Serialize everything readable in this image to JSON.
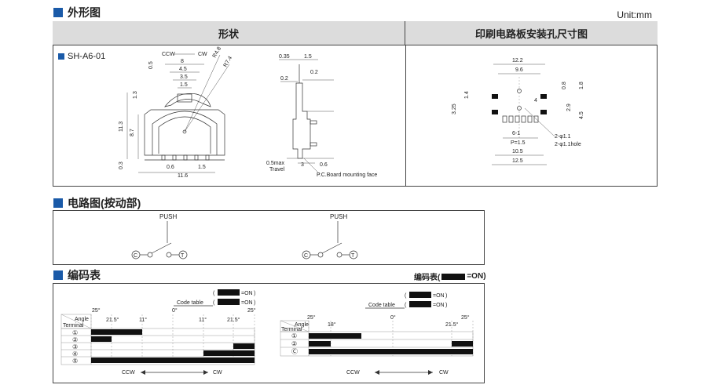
{
  "outline": {
    "title": "外形图",
    "unit": "Unit:mm",
    "shape_header": "形状",
    "pcb_header": "印刷电路板安装孔尺寸图",
    "model": "SH-A6-01"
  },
  "front_dims": [
    "CCW",
    "CW",
    "8",
    "4.5",
    "3.5",
    "1.5",
    "0.5",
    "R4.8",
    "R7.4",
    "1.3",
    "11.3",
    "8.7",
    "0.3",
    "0.6",
    "1.5",
    "11.6"
  ],
  "side_dims": [
    "0.35",
    "1.5",
    "0.2",
    "0.2",
    "0.5max",
    "Travel",
    "3",
    "0.6",
    "P.C.Board mounting face"
  ],
  "pcb_dims": [
    "12.2",
    "9.6",
    "0.8",
    "1.8",
    "1.4",
    "3.25",
    "4",
    "2.9",
    "4.5",
    "6-1",
    "P=1.5",
    "10.5",
    "12.5",
    "2-φ1.1",
    "2-φ1.1hole"
  ],
  "circuit": {
    "title": "电路图(按动部)",
    "push": "PUSH",
    "c": "C",
    "t": "T"
  },
  "code": {
    "title": "编码表",
    "legend_on": "=ON",
    "legend_prefix": "编码表(",
    "legend_suffix": ")",
    "code_table": "Code table",
    "paren_open": "(",
    "paren_close": ")",
    "angle": "Angle",
    "terminal": "Terminal",
    "ccw": "CCW",
    "cw": "CW",
    "t1_angles": [
      "25°",
      "21.5°",
      "11°",
      "0°",
      "11°",
      "21.5°",
      "25°"
    ],
    "t1_terms": [
      "①",
      "②",
      "③",
      "④",
      "⑤"
    ],
    "t2_angles": [
      "25°",
      "18°",
      "0°",
      "21.5°",
      "25°"
    ],
    "t2_terms": [
      "①",
      "②",
      "Ⓒ"
    ]
  }
}
